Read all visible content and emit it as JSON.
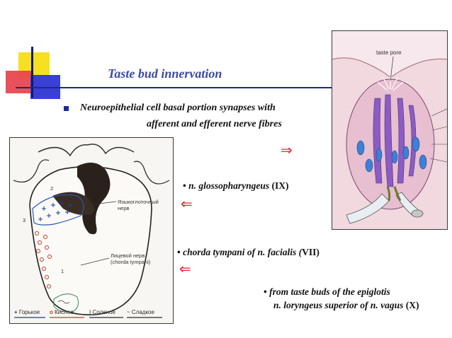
{
  "slide": {
    "title": "Taste bud innervation",
    "bullet": {
      "line1": "Neuroepithelial cell basal portion synapses with",
      "line2": "afferent and efferent nerve fibres"
    },
    "arrows": {
      "right": "⇒",
      "left1": "⇐",
      "left2": "⇐"
    },
    "nerves": [
      {
        "bullet": "•",
        "italic": " n. glossopharyngeus",
        "plain": " (IX)"
      },
      {
        "bullet": "•",
        "italic": " chorda tympani of n. facialis (",
        "plain": "VII)"
      },
      {
        "bullet": "•",
        "italic": "  from taste buds of the epiglotis",
        "plain": ""
      },
      {
        "italic": "n. loryngeus superior  of n. vagus",
        "plain": " (X)"
      }
    ]
  },
  "tongue_diagram": {
    "labels": {
      "num1": "1",
      "num2": "2",
      "num3": "3",
      "glosso_line1": "Языкоглоточный",
      "glosso_line2": "нерв",
      "facial_line1": "Лицевой нерв",
      "facial_line2": "(chorda tympani)"
    },
    "legend": [
      {
        "symbol": "+",
        "label": "Горькое",
        "color": "#1f3a9e"
      },
      {
        "symbol": "o",
        "label": "Кислое",
        "color": "#c03a2b"
      },
      {
        "symbol": "I",
        "label": "Соленое",
        "color": "#2a2a2a"
      },
      {
        "symbol": "~",
        "label": "Сладкое",
        "color": "#2a2a2a"
      }
    ]
  },
  "taste_bud_image": {
    "label": "taste pore"
  },
  "colors": {
    "title": "#3a4aa6",
    "arrow": "#e0282f",
    "bud_background": "#f1d9df",
    "bud_purple": "#8a5cc4",
    "bud_blue": "#3f7fd4"
  }
}
